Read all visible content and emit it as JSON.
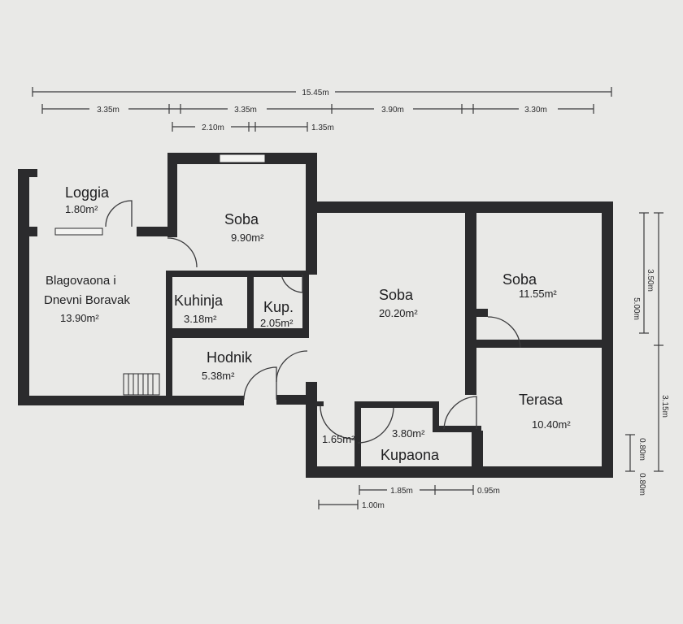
{
  "rooms": {
    "loggia": {
      "name": "Loggia",
      "area": "1.80m²"
    },
    "soba_small": {
      "name": "Soba",
      "area": "9.90m²"
    },
    "dining": {
      "name1": "Blagovaona i",
      "name2": "Dnevni Boravak",
      "area": "13.90m²"
    },
    "kuhinja": {
      "name": "Kuhinja",
      "area": "3.18m²"
    },
    "kup": {
      "name": "Kup.",
      "area": "2.05m²"
    },
    "soba_large": {
      "name": "Soba",
      "area": "20.20m²"
    },
    "soba_right": {
      "name": "Soba",
      "area": "11.55m²"
    },
    "hodnik": {
      "name": "Hodnik",
      "area": "5.38m²"
    },
    "terasa": {
      "name": "Terasa",
      "area": "10.40m²"
    },
    "closet": {
      "area": "1.65m²"
    },
    "kupaona": {
      "name": "Kupaona",
      "area": "3.80m²"
    }
  },
  "dimensions": {
    "total_width": "15.45m",
    "seg_1": "3.35m",
    "seg_2": "3.35m",
    "seg_3": "3.90m",
    "seg_4": "3.30m",
    "sub_1": "2.10m",
    "sub_2": "1.35m",
    "bottom_1": "1.85m",
    "bottom_2": "0.95m",
    "bottom_3": "1.00m",
    "right_1": "3.50m",
    "right_total": "5.00m",
    "right_2": "3.15m",
    "right_3": "0.80m",
    "right_4": "0.80m"
  }
}
